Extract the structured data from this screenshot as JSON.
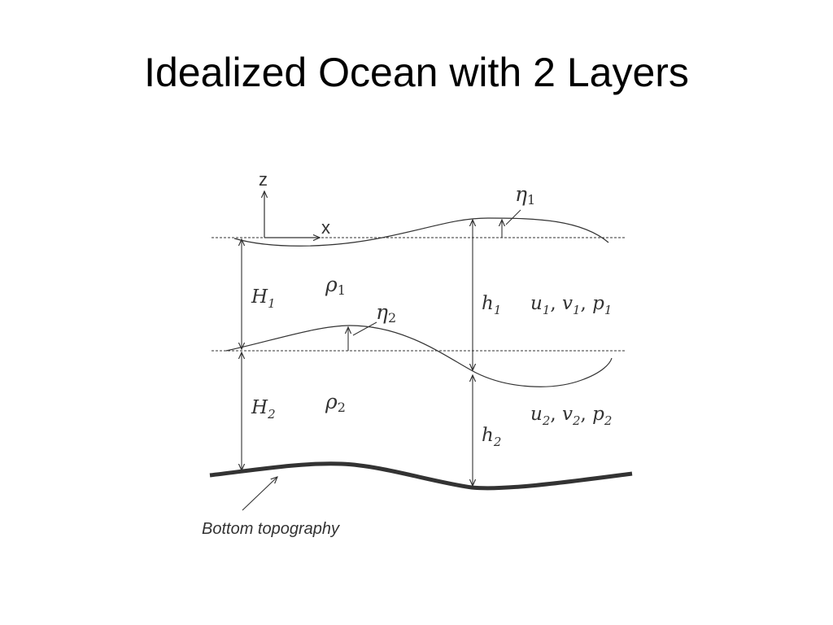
{
  "slide": {
    "title": "Idealized Ocean with 2 Layers"
  },
  "diagram": {
    "axes": {
      "z": "z",
      "x": "x"
    },
    "surface_label": {
      "sym": "η",
      "sub": "1"
    },
    "interface_label": {
      "sym": "η",
      "sub": "2"
    },
    "layer1": {
      "H": {
        "sym": "H",
        "sub": "1"
      },
      "rho": {
        "sym": "ρ",
        "sub": "1"
      },
      "h": {
        "sym": "h",
        "sub": "1"
      },
      "vars": "u1, v1, p1",
      "u": {
        "sym": "u",
        "sub": "1"
      },
      "v": {
        "sym": "v",
        "sub": "1"
      },
      "p": {
        "sym": "p",
        "sub": "1"
      }
    },
    "layer2": {
      "H": {
        "sym": "H",
        "sub": "2"
      },
      "rho": {
        "sym": "ρ",
        "sub": "2"
      },
      "h": {
        "sym": "h",
        "sub": "2"
      },
      "vars": "u2, v2, p2",
      "u": {
        "sym": "u",
        "sub": "2"
      },
      "v": {
        "sym": "v",
        "sub": "2"
      },
      "p": {
        "sym": "p",
        "sub": "2"
      }
    },
    "bottom_label": "Bottom topography",
    "separator": ", "
  }
}
